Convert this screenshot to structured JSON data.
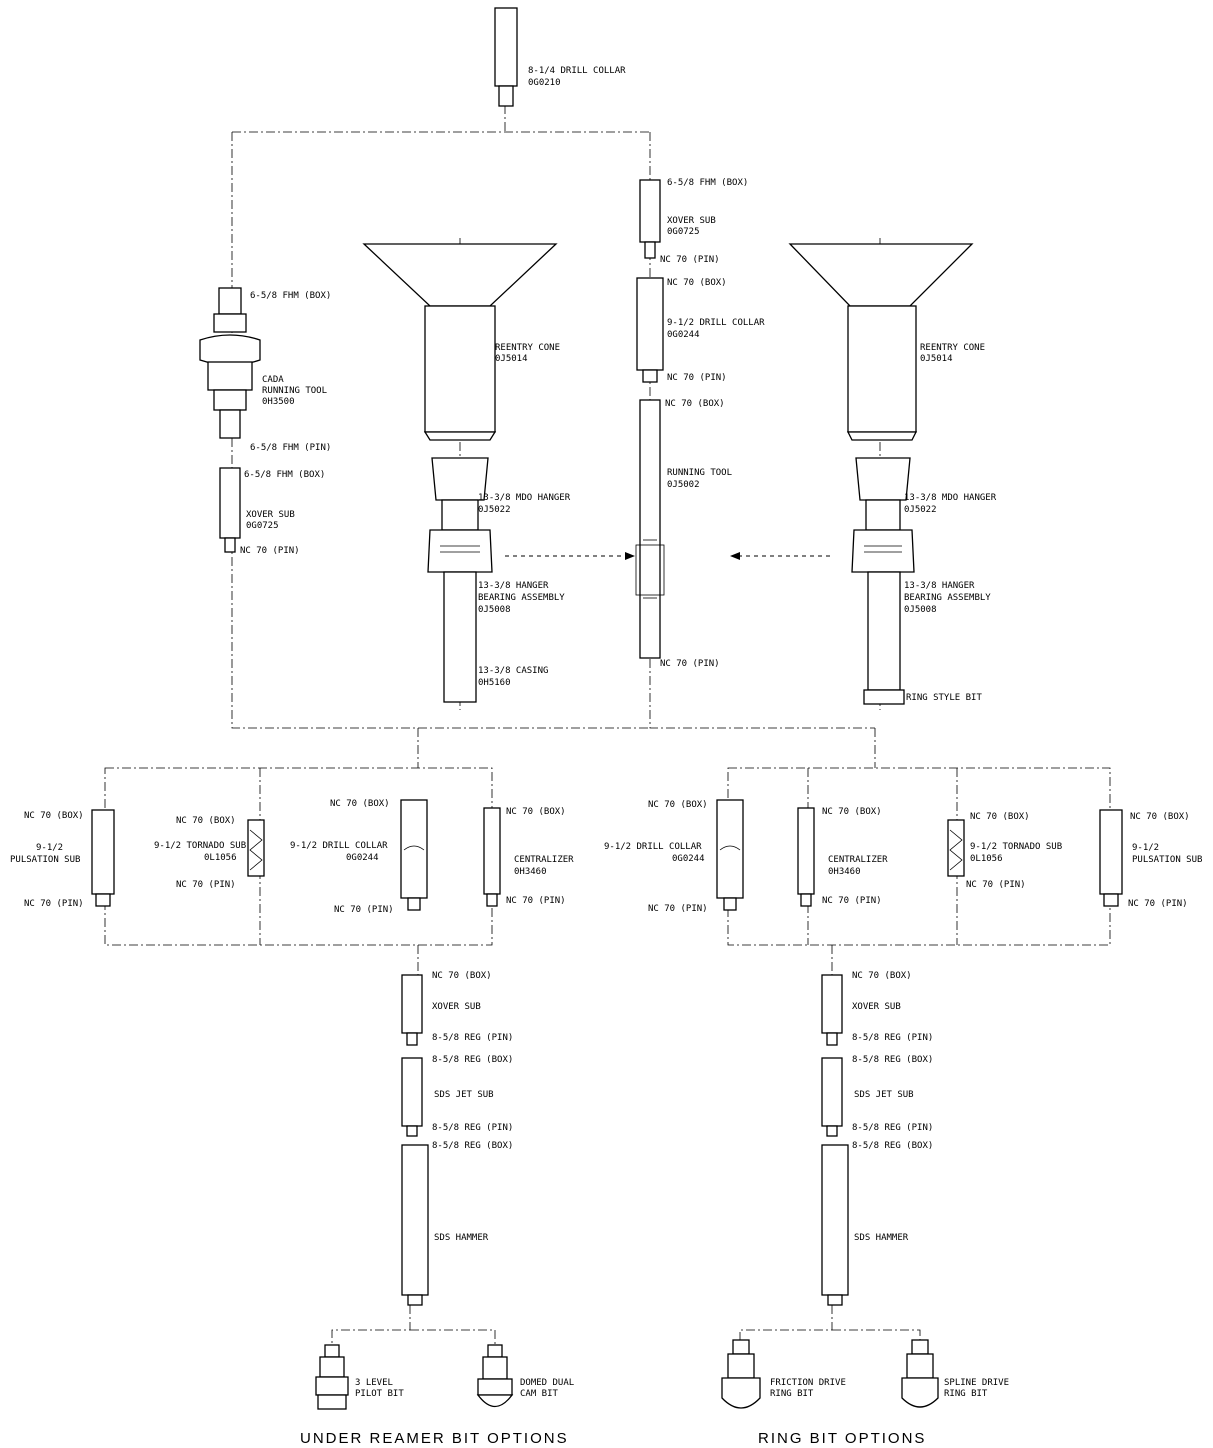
{
  "components": {
    "drill_collar_8": [
      "8-1/4 DRILL COLLAR",
      "0G0210"
    ],
    "cada_running_tool": [
      "CADA",
      "RUNNING TOOL",
      "0H3500"
    ],
    "cada_box": "6-5/8 FHM (BOX)",
    "cada_pin": "6-5/8 FHM (PIN)",
    "xover_left": [
      "XOVER SUB",
      "0G0725"
    ],
    "xover_left_box": "6-5/8 FHM (BOX)",
    "xover_left_pin": "NC 70 (PIN)",
    "reentry_cone_left": [
      "REENTRY CONE",
      "0J5014"
    ],
    "mdo_hanger_left": [
      "13-3/8 MDO HANGER",
      "0J5022"
    ],
    "hanger_bearing_left": [
      "13-3/8 HANGER",
      "BEARING ASSEMBLY",
      "0J5008"
    ],
    "casing_left": [
      "13-3/8 CASING",
      "0H5160"
    ],
    "xover_center_box": "6-5/8 FHM (BOX)",
    "xover_center": [
      "XOVER SUB",
      "0G0725"
    ],
    "xover_center_pin": "NC 70 (PIN)",
    "dc_center_box": "NC 70 (BOX)",
    "dc_center": [
      "9-1/2 DRILL COLLAR",
      "0G0244"
    ],
    "dc_center_pin": "NC 70 (PIN)",
    "rt_center_box": "NC 70 (BOX)",
    "running_tool_center": [
      "RUNNING TOOL",
      "0J5002"
    ],
    "rt_center_pin": "NC 70 (PIN)",
    "reentry_cone_right": [
      "REENTRY CONE",
      "0J5014"
    ],
    "mdo_hanger_right": [
      "13-3/8 MDO HANGER",
      "0J5022"
    ],
    "hanger_bearing_right": [
      "13-3/8 HANGER",
      "BEARING ASSEMBLY",
      "0J5008"
    ],
    "ring_style_bit": "RING STYLE BIT"
  },
  "options_left": {
    "pulsation_box": "NC 70 (BOX)",
    "pulsation": [
      "9-1/2",
      "PULSATION SUB"
    ],
    "pulsation_pin": "NC 70 (PIN)",
    "tornado_box": "NC 70 (BOX)",
    "tornado": [
      "9-1/2 TORNADO SUB",
      "0L1056"
    ],
    "tornado_pin": "NC 70 (PIN)",
    "dc_box": "NC 70 (BOX)",
    "dc": [
      "9-1/2 DRILL COLLAR",
      "0G0244"
    ],
    "dc_pin": "NC 70 (PIN)",
    "centralizer_box": "NC 70 (BOX)",
    "centralizer": [
      "CENTRALIZER",
      "0H3460"
    ],
    "centralizer_pin": "NC 70 (PIN)"
  },
  "options_right": {
    "dc_box": "NC 70 (BOX)",
    "dc": [
      "9-1/2 DRILL COLLAR",
      "0G0244"
    ],
    "dc_pin": "NC 70 (PIN)",
    "centralizer_box": "NC 70 (BOX)",
    "centralizer": [
      "CENTRALIZER",
      "0H3460"
    ],
    "centralizer_pin": "NC 70 (PIN)",
    "tornado_box": "NC 70 (BOX)",
    "tornado": [
      "9-1/2 TORNADO SUB",
      "0L1056"
    ],
    "tornado_pin": "NC 70 (PIN)",
    "pulsation_box": "NC 70 (BOX)",
    "pulsation": [
      "9-1/2",
      "PULSATION SUB"
    ],
    "pulsation_pin": "NC 70 (PIN)"
  },
  "lower_left": {
    "xover_box": "NC 70 (BOX)",
    "xover": "XOVER SUB",
    "xover_pin": "8-5/8 REG (PIN)",
    "jet_box": "8-5/8 REG (BOX)",
    "jet": "SDS JET SUB",
    "jet_pin": "8-5/8 REG (PIN)",
    "hammer_box": "8-5/8 REG (BOX)",
    "hammer": "SDS HAMMER",
    "bit1": [
      "3 LEVEL",
      "PILOT BIT"
    ],
    "bit2": [
      "DOMED DUAL",
      "CAM BIT"
    ],
    "title": "UNDER REAMER BIT OPTIONS"
  },
  "lower_right": {
    "xover_box": "NC 70 (BOX)",
    "xover": "XOVER SUB",
    "xover_pin": "8-5/8 REG (PIN)",
    "jet_box": "8-5/8 REG (BOX)",
    "jet": "SDS JET SUB",
    "jet_pin": "8-5/8 REG (PIN)",
    "hammer_box": "8-5/8 REG (BOX)",
    "hammer": "SDS HAMMER",
    "bit1": [
      "FRICTION DRIVE",
      "RING BIT"
    ],
    "bit2": [
      "SPLINE DRIVE",
      "RING BIT"
    ],
    "title": "RING BIT OPTIONS"
  }
}
